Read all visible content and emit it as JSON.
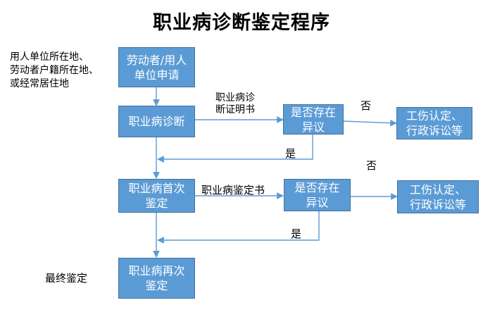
{
  "title": "职业病诊断鉴定程序",
  "side_notes": {
    "location": [
      "用人单位所在地、",
      "劳动者户籍所在地、",
      "或经常居住地"
    ],
    "final": "最终鉴定"
  },
  "nodes": {
    "applicant": [
      "劳动者/用人",
      "单位申请"
    ],
    "diagnosis": "职业病诊断",
    "objection_1": [
      "是否存在",
      "异议"
    ],
    "remedy_1": [
      "工伤认定、",
      "行政诉讼等"
    ],
    "first_appraisal": [
      "职业病首次",
      "鉴定"
    ],
    "objection_2": [
      "是否存在",
      "异议"
    ],
    "remedy_2": [
      "工伤认定、",
      "行政诉讼等"
    ],
    "second_appraisal": [
      "职业病再次",
      "鉴定"
    ]
  },
  "edge_labels": {
    "certificate": [
      "职业病诊",
      "断证明书"
    ],
    "no_1": "否",
    "yes_1": "是",
    "appraisal_doc": "职业病鉴定书",
    "no_2": "否",
    "yes_2": "是"
  },
  "colors": {
    "box_fill": "#5b9bd5",
    "box_border": "#41719c",
    "arrow": "#5b9bd5"
  }
}
